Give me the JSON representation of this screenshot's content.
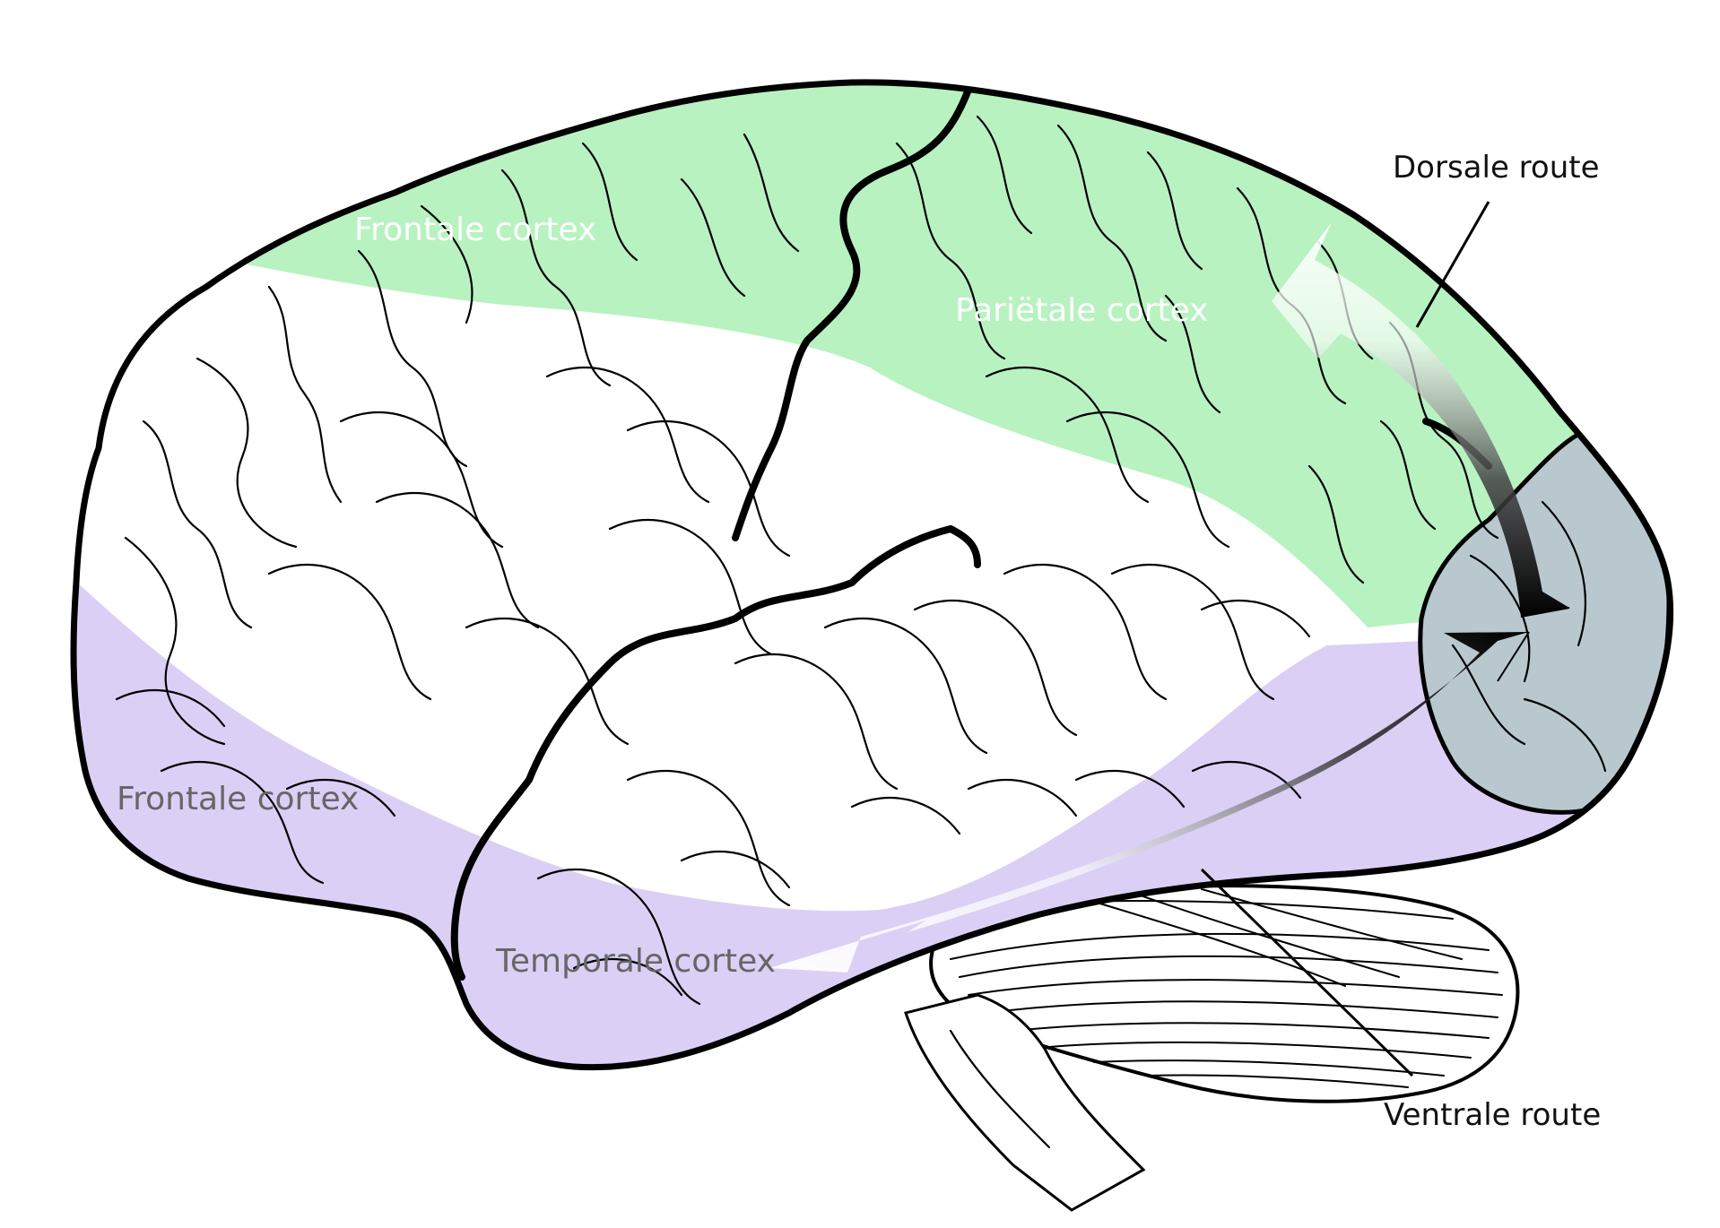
{
  "labels": {
    "frontal_upper": "Frontale cortex",
    "parietal": "Pariëtale cortex",
    "frontal_lower": "Frontale cortex",
    "temporal": "Temporale cortex",
    "dorsal_route": "Dorsale route",
    "ventral_route": "Ventrale route"
  },
  "colors": {
    "dorsal_region": "#b8f2c0",
    "ventral_region": "#dccff5",
    "occipital_region": "#b9c8cf",
    "outline": "#000000",
    "arrow_dark": "#000000",
    "arrow_light": "#ffffff"
  }
}
